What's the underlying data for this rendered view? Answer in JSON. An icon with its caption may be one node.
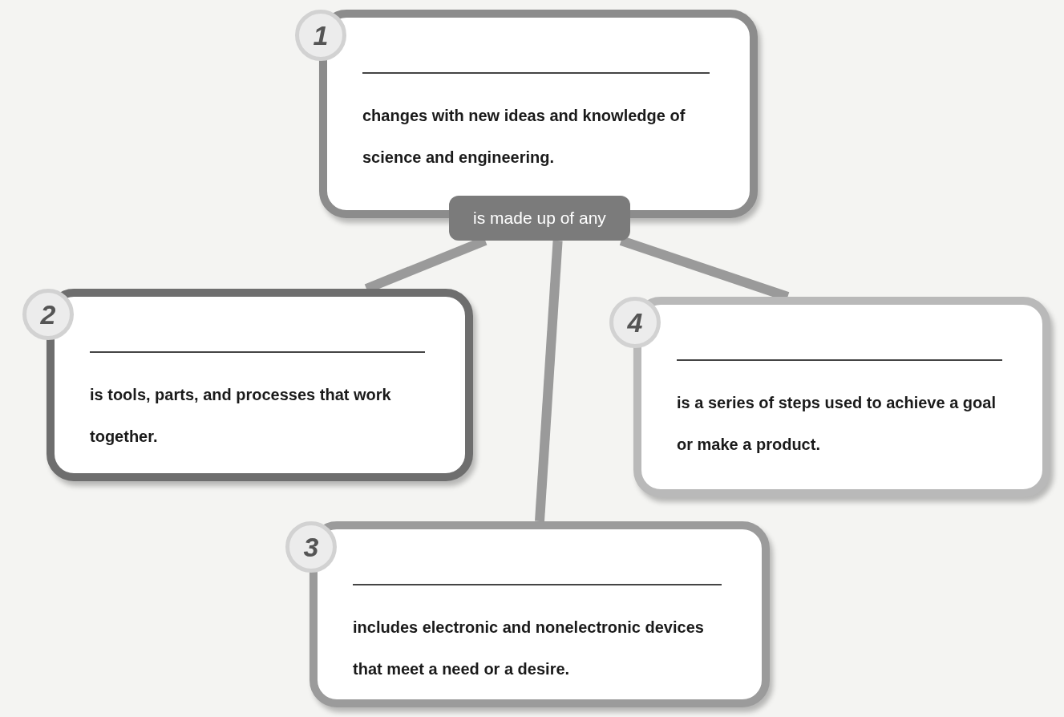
{
  "diagram": {
    "nodes": [
      {
        "text": [
          "1",
          "changes with new ideas and knowledge of science and engineering."
        ]
      },
      {
        "text": [
          "is made up of any"
        ]
      },
      {
        "text": [
          "2",
          "is tools, parts, and processes that work together."
        ]
      },
      {
        "text": [
          "3",
          "includes electronic and nonelectronic devices that meet a need or a desire."
        ]
      },
      {
        "text": [
          "4",
          "is a series of steps used to achieve a goal or make a product."
        ]
      }
    ],
    "edges": [
      {
        "from": 1,
        "to": 2,
        "arrow": "none"
      },
      {
        "from": 1,
        "to": 3,
        "arrow": "none"
      },
      {
        "from": 1,
        "to": 4,
        "arrow": "none"
      }
    ]
  }
}
